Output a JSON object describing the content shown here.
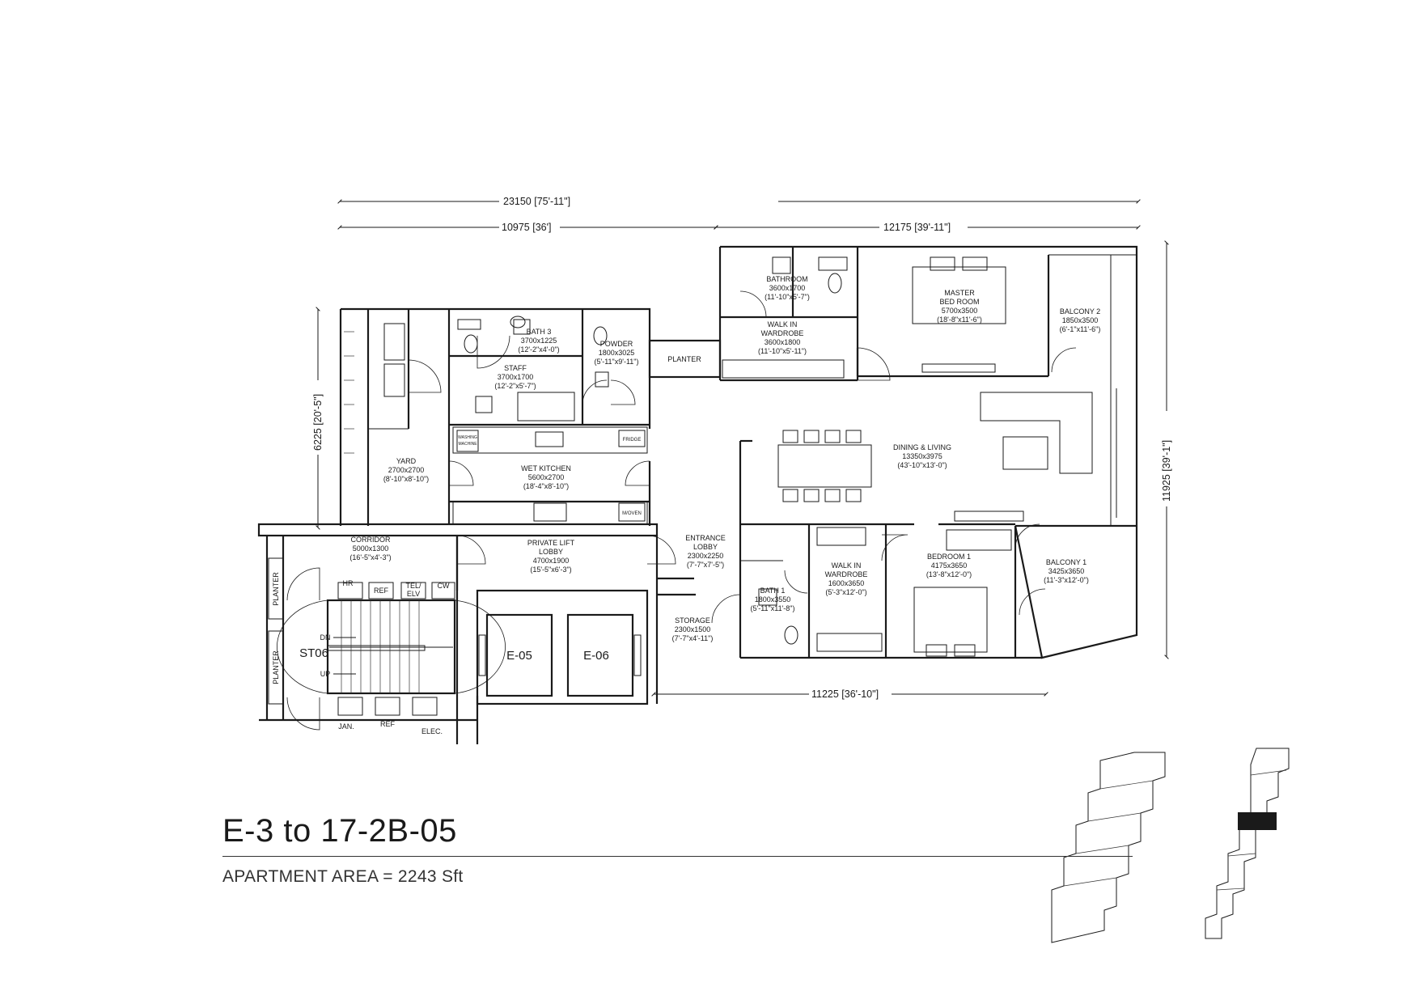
{
  "unit_title": "E-3 to 17-2B-05",
  "area_text": "APARTMENT AREA = 2243 Sft",
  "dimensions": {
    "overall_width": "23150 [75'-11\"]",
    "left_width": "10975 [36']",
    "right_width": "12175 [39'-11\"]",
    "right_height": "11925 [39'-1\"]",
    "left_height": "6225 [20'-5\"]",
    "bottom_width": "11225 [36'-10\"]"
  },
  "rooms": [
    {
      "name": "BATHROOM",
      "size": "3600x1700",
      "imperial": "(11'-10\"x5'-7\")"
    },
    {
      "name": "MASTER",
      "name2": "BED ROOM",
      "size": "5700x3500",
      "imperial": "(18'-8\"x11'-6\")"
    },
    {
      "name": "BALCONY 2",
      "size": "1850x3500",
      "imperial": "(6'-1\"x11'-6\")"
    },
    {
      "name": "WALK IN",
      "name2": "WARDROBE",
      "size": "3600x1800",
      "imperial": "(11'-10\"x5'-11\")"
    },
    {
      "name": "BATH 3",
      "size": "3700x1225",
      "imperial": "(12'-2\"x4'-0\")"
    },
    {
      "name": "POWDER",
      "size": "1800x3025",
      "imperial": "(5'-11\"x9'-11\")"
    },
    {
      "name": "STAFF",
      "size": "3700x1700",
      "imperial": "(12'-2\"x5'-7\")"
    },
    {
      "name": "YARD",
      "size": "2700x2700",
      "imperial": "(8'-10\"x8'-10\")"
    },
    {
      "name": "WET KITCHEN",
      "size": "5600x2700",
      "imperial": "(18'-4\"x8'-10\")"
    },
    {
      "name": "DINING & LIVING",
      "size": "13350x3975",
      "imperial": "(43'-10\"x13'-0\")"
    },
    {
      "name": "CORRIDOR",
      "size": "5000x1300",
      "imperial": "(16'-5\"x4'-3\")"
    },
    {
      "name": "PRIVATE LIFT",
      "name2": "LOBBY",
      "size": "4700x1900",
      "imperial": "(15'-5\"x6'-3\")"
    },
    {
      "name": "ENTRANCE",
      "name2": "LOBBY",
      "size": "2300x2250",
      "imperial": "(7'-7\"x7'-5\")"
    },
    {
      "name": "WALK IN",
      "name2": "WARDROBE",
      "size": "1600x3650",
      "imperial": "(5'-3\"x12'-0\")"
    },
    {
      "name": "BEDROOM 1",
      "size": "4175x3650",
      "imperial": "(13'-8\"x12'-0\")"
    },
    {
      "name": "BALCONY 1",
      "size": "3425x3650",
      "imperial": "(11'-3\"x12'-0\")"
    },
    {
      "name": "BATH 1",
      "size": "1800x3550",
      "imperial": "(5'-11\"x11'-8\")"
    },
    {
      "name": "STORAGE",
      "size": "2300x1500",
      "imperial": "(7'-7\"x4'-11\")"
    }
  ],
  "misc_labels": {
    "planter_top": "PLANTER",
    "planter_side_1": "PLANTER",
    "planter_side_2": "PLANTER",
    "stair": "ST06",
    "dn": "DN",
    "up": "UP",
    "lift_1": "E-05",
    "lift_2": "E-06",
    "hr": "HR",
    "ref_top": "REF",
    "tel_elv_1": "TEL/",
    "tel_elv_2": "ELV",
    "cw": "CW",
    "jan": "JAN.",
    "ref_bottom": "REF",
    "elec": "ELEC.",
    "fridge": "FRIDGE",
    "oven": "M/OVEN",
    "washing_1": "WASHING",
    "washing_2": "MACHINE"
  }
}
